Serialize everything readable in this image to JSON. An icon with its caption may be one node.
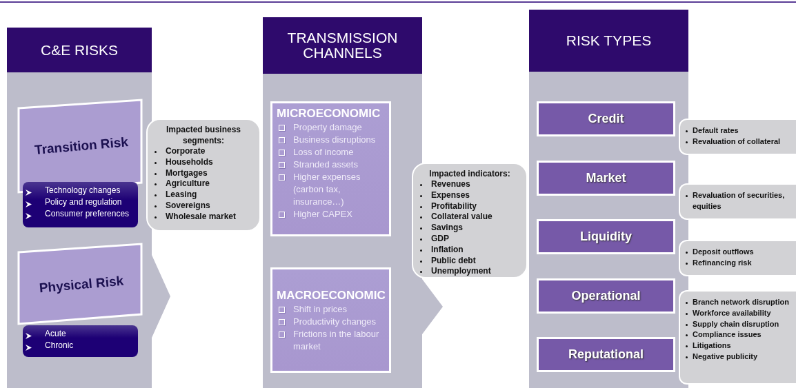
{
  "diagram": {
    "nodes": [
      {
        "text": [
          "C&E RISKS"
        ]
      },
      {
        "text": [
          "Transition Risk"
        ],
        "in": 0
      },
      {
        "text": [
          "Technology changes",
          "Policy and regulation",
          "Consumer preferences"
        ],
        "in": 0
      },
      {
        "text": [
          "Physical Risk"
        ],
        "in": 0
      },
      {
        "text": [
          "Acute",
          "Chronic"
        ],
        "in": 0
      },
      {
        "text": [
          "Impacted business segments:",
          "Corporate",
          "Households",
          "Mortgages",
          "Agriculture",
          "Leasing",
          "Sovereigns",
          "Wholesale market"
        ]
      },
      {
        "text": [
          "TRANSMISSION CHANNELS"
        ]
      },
      {
        "text": [
          "MICROECONOMIC",
          "Property damage",
          "Business disruptions",
          "Loss of income",
          "Stranded assets",
          "Higher expenses (carbon tax, insurance…)",
          "Higher CAPEX"
        ],
        "in": 6
      },
      {
        "text": [
          "MACROECONOMIC",
          "Shift in prices",
          "Productivity changes",
          "Frictions in the labour market"
        ],
        "in": 6
      },
      {
        "text": [
          "Impacted indicators:",
          "Revenues",
          "Expenses",
          "Profitability",
          "Collateral value",
          "Savings",
          "GDP",
          "Inflation",
          "Public debt",
          "Unemployment"
        ]
      },
      {
        "text": [
          "RISK TYPES"
        ]
      },
      {
        "text": [
          "Credit"
        ],
        "in": 10
      },
      {
        "text": [
          "Market"
        ],
        "in": 10
      },
      {
        "text": [
          "Liquidity"
        ],
        "in": 10
      },
      {
        "text": [
          "Operational"
        ],
        "in": 10
      },
      {
        "text": [
          "Reputational"
        ],
        "in": 10
      },
      {
        "text": [
          "Default rates",
          "Revaluation of collateral"
        ]
      },
      {
        "text": [
          "Revaluation of securities, equities"
        ]
      },
      {
        "text": [
          "Deposit outflows",
          "Refinancing risk"
        ]
      },
      {
        "text": [
          "Branch network disruption",
          "Workforce availability",
          "Supply chain disruption",
          "Compliance issues",
          "Litigations",
          "Negative publicity"
        ]
      }
    ]
  }
}
